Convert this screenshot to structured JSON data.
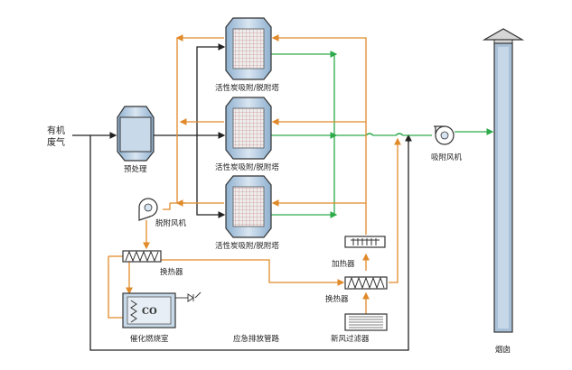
{
  "diagram": {
    "type": "process-flow",
    "colors": {
      "orange_line": "#E08A2A",
      "green_line": "#2DAA4A",
      "black_line": "#222222",
      "vessel_fill": "#BFD3E6",
      "vessel_border": "#333333",
      "chimney_fill": "#A9C1D8"
    },
    "labels": {
      "inlet": [
        "有机",
        "废气"
      ],
      "pretreatment": "预处理",
      "tower1": "活性炭吸附/脱附塔",
      "tower2": "活性炭吸附/脱附塔",
      "tower3": "活性炭吸附/脱附塔",
      "desorption_fan": "脱附风机",
      "adsorption_fan": "吸附风机",
      "heat_exchanger_1": "换热器",
      "heat_exchanger_2": "换热器",
      "heater": "加热器",
      "catalytic_chamber": "催化燃烧室",
      "co_text": "CO",
      "emergency_pipe": "应急排放管路",
      "fresh_air_filter": "新风过滤器",
      "chimney": "烟囱"
    }
  }
}
